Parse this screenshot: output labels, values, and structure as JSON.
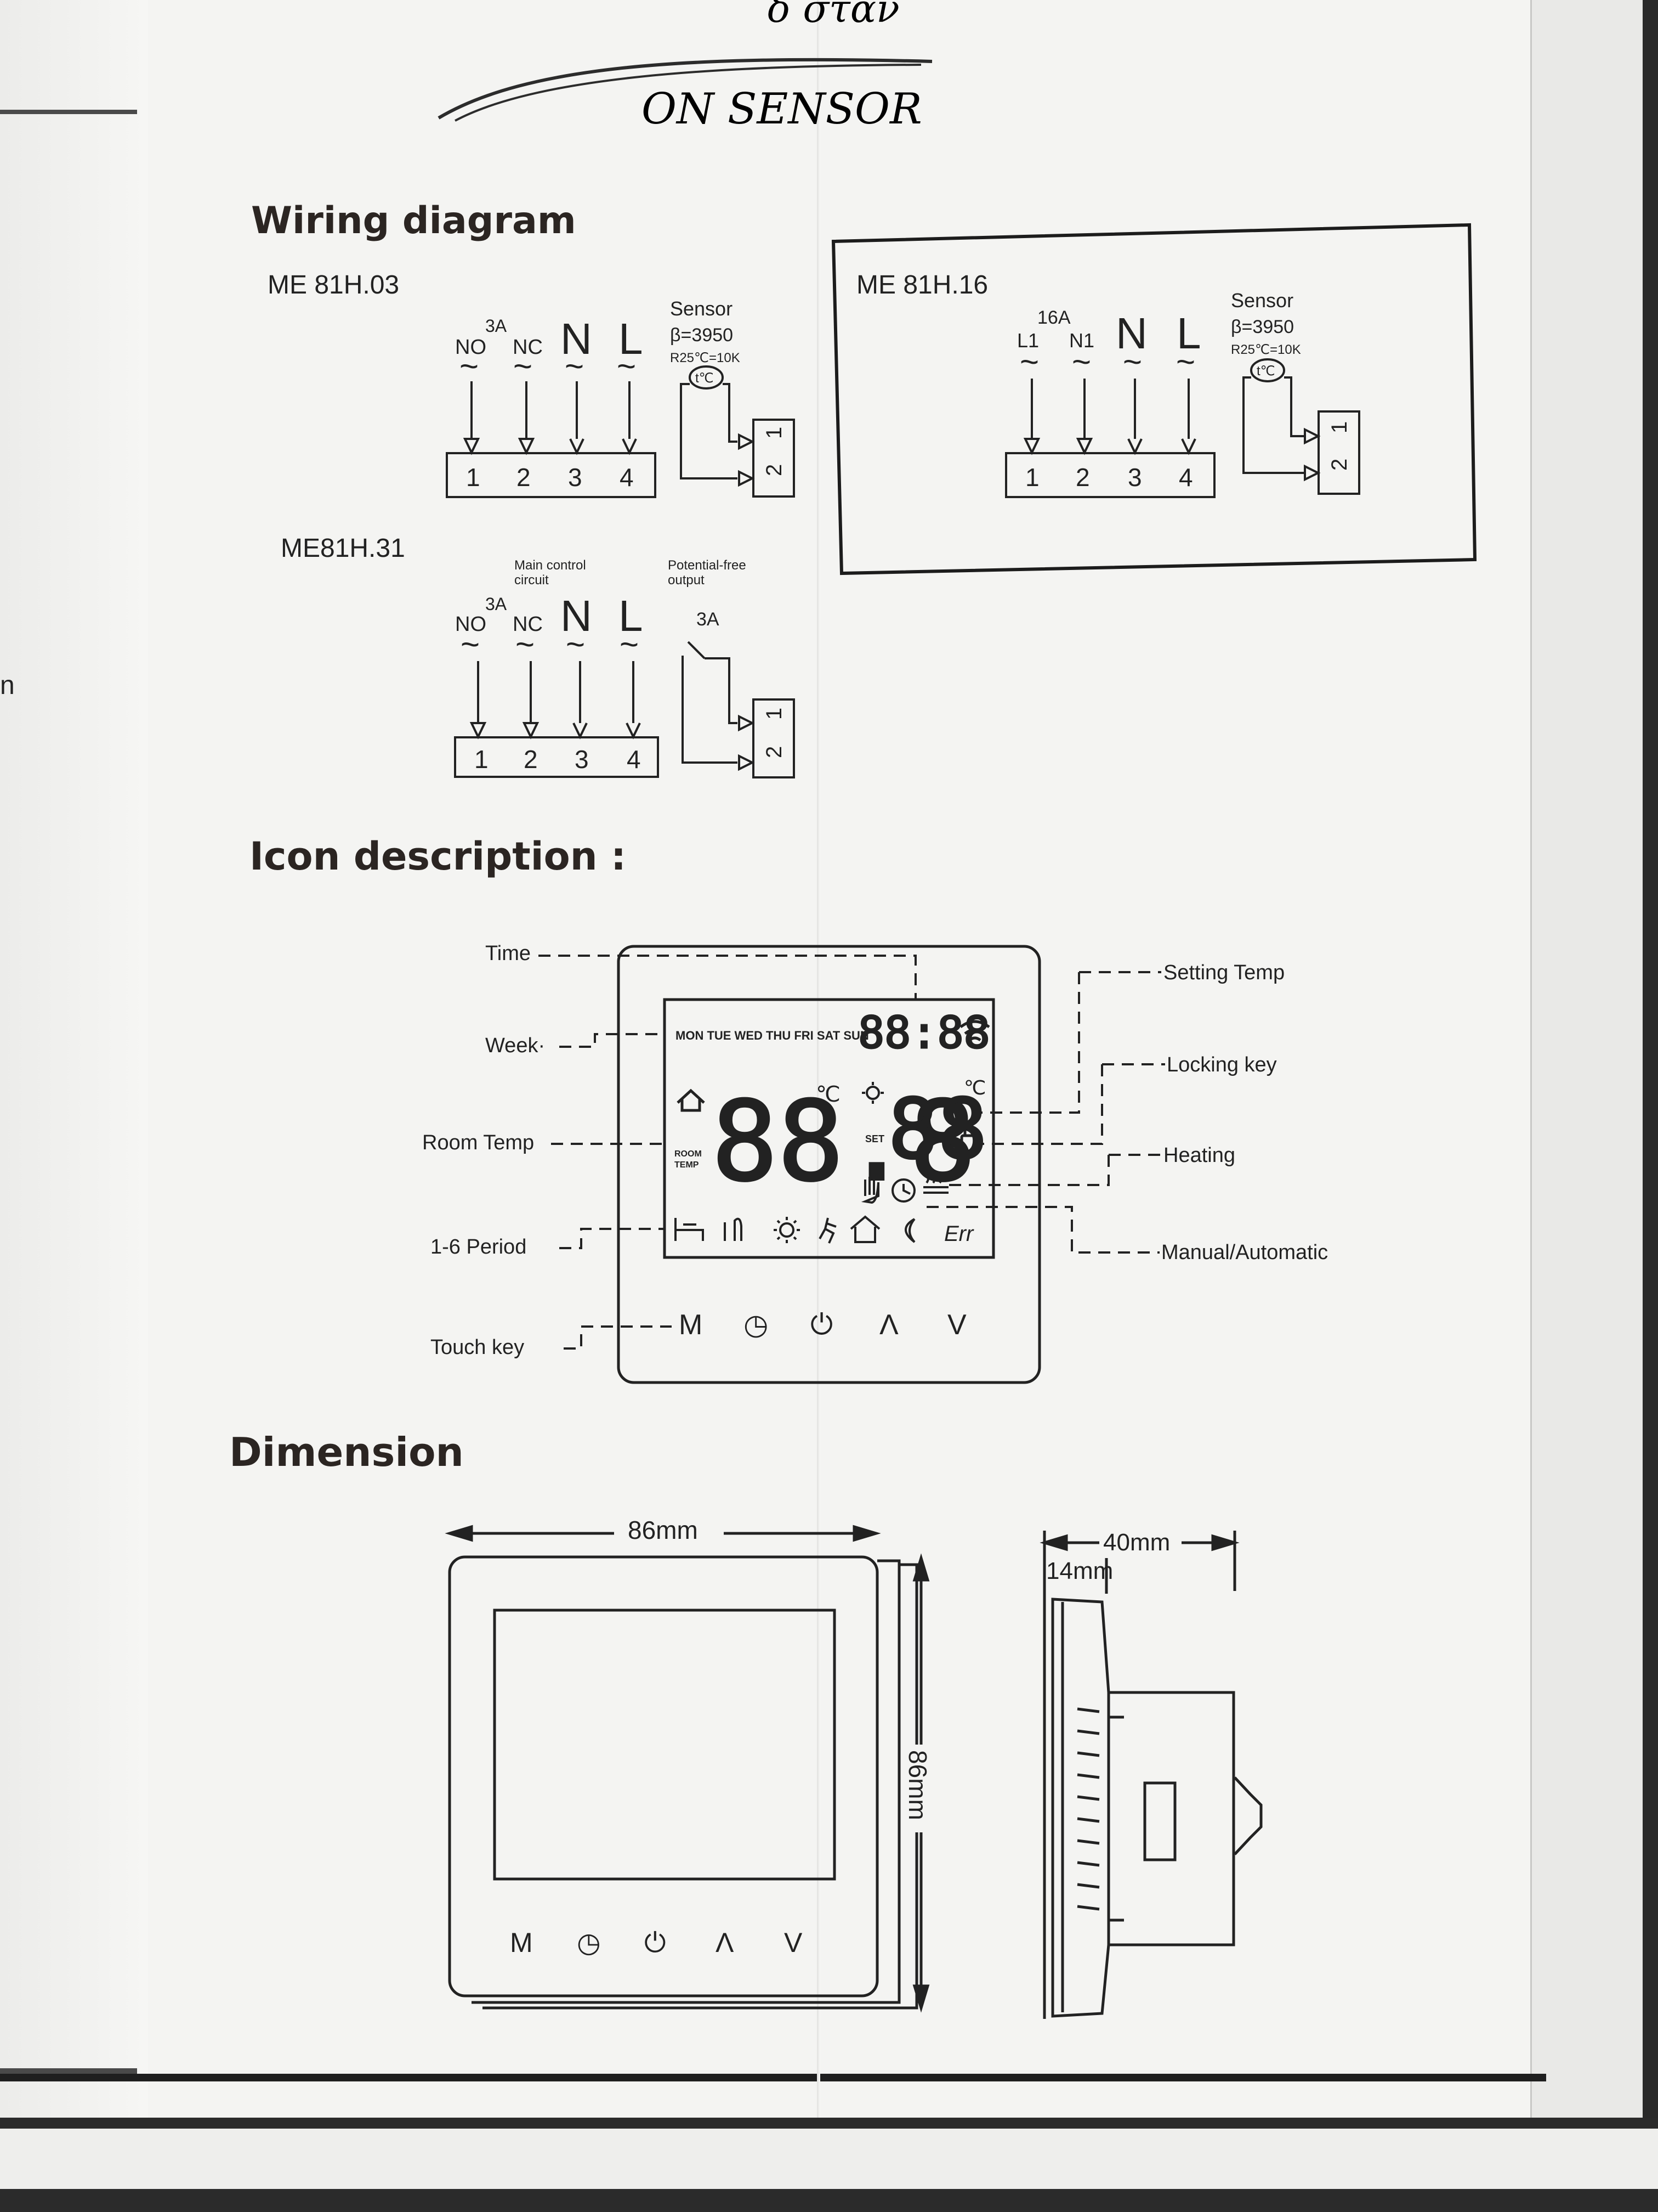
{
  "handwritten": {
    "top": "δ σταν",
    "sensor": "ON SENSOR"
  },
  "wiring": {
    "title": "Wiring diagram",
    "me8103": {
      "model": "ME 81H.03",
      "rating": "3A",
      "terminals": [
        "NO",
        "NC",
        "N",
        "L"
      ],
      "tilde": "~",
      "numbers": [
        "1",
        "2",
        "3",
        "4"
      ],
      "sensor_title": "Sensor",
      "sensor_beta": "β=3950",
      "sensor_r": "R25℃=10K",
      "sensor_symbol": "t℃",
      "sensor_numbers": [
        "1",
        "2"
      ]
    },
    "me8116": {
      "model": "ME 81H.16",
      "rating": "16A",
      "terminals": [
        "L1",
        "N1",
        "N",
        "L"
      ],
      "numbers": [
        "1",
        "2",
        "3",
        "4"
      ],
      "sensor_title": "Sensor",
      "sensor_beta": "β=3950",
      "sensor_r": "R25℃=10K",
      "sensor_symbol": "t℃",
      "sensor_numbers": [
        "1",
        "2"
      ]
    },
    "me8131": {
      "model": "ME81H.31",
      "main_control": "Main control",
      "main_circuit": "circuit",
      "potential": "Potential-free",
      "output": "output",
      "rating": "3A",
      "rating2": "3A",
      "terminals": [
        "NO",
        "NC",
        "N",
        "L"
      ],
      "numbers": [
        "1",
        "2",
        "3",
        "4"
      ],
      "out_numbers": [
        "1",
        "2"
      ]
    }
  },
  "icons": {
    "title": "Icon description :",
    "left_labels": [
      "Time",
      "Week·",
      "Room Temp",
      "1-6 Period",
      "Touch key"
    ],
    "right_labels": [
      "Setting Temp",
      "Locking key",
      "Heating",
      "Manual/Automatic"
    ],
    "days": "MON TUE WED THU FRI SAT SUN",
    "clock": "88:88",
    "room_temp_digits": "88.8",
    "set_temp_digits": "88",
    "celsius": "℃",
    "set_label": "SET",
    "room_label": "ROOM",
    "temp_label": "TEMP",
    "err": "Err",
    "keys": [
      "M",
      "◷",
      "⏻",
      "Λ",
      "V"
    ]
  },
  "dimension": {
    "title": "Dimension",
    "width": "86mm",
    "height": "86mm",
    "depth": "40mm",
    "inner": "14mm",
    "keys": [
      "M",
      "◷",
      "⏻",
      "Λ",
      "V"
    ]
  },
  "edge_letter": "n"
}
